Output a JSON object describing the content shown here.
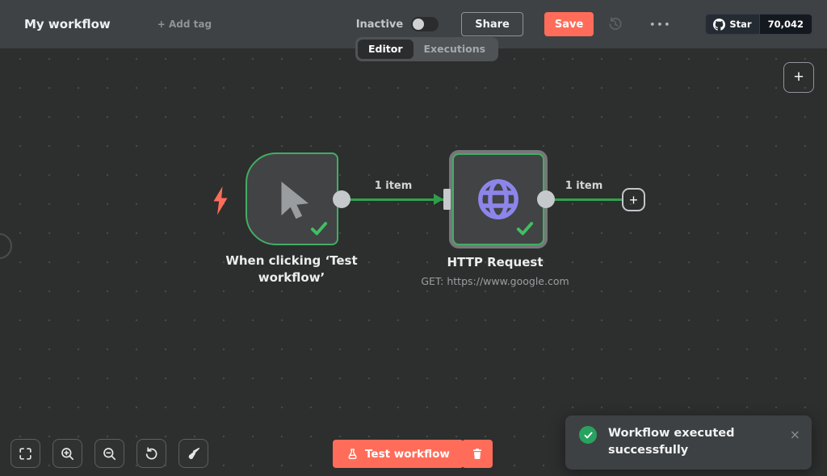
{
  "header": {
    "title": "My workflow",
    "add_tag_label": "+ Add tag",
    "inactive_label": "Inactive",
    "share_label": "Share",
    "save_label": "Save",
    "github_star": {
      "label": "Star",
      "count": "70,042"
    }
  },
  "tabs": {
    "editor_label": "Editor",
    "executions_label": "Executions"
  },
  "canvas": {
    "trigger_node": {
      "title": "When clicking ‘Test workflow’",
      "lines": [
        "When clicking ‘Test",
        "workflow’"
      ]
    },
    "http_node": {
      "title": "HTTP Request",
      "subtitle": "GET: https://www.google.com"
    },
    "connections": [
      {
        "label": "1 item"
      },
      {
        "label": "1 item"
      }
    ]
  },
  "controls": {
    "test_workflow_label": "Test workflow"
  },
  "toast": {
    "message": "Workflow executed successfully"
  },
  "icons": {
    "plus": "+",
    "ellipsis": "•••",
    "close": "×"
  },
  "colors": {
    "accent_orange": "#ff6d5a",
    "connection_green": "#31a24c",
    "node_border_green": "#43ad63",
    "check_green": "#40bf63",
    "icon_purple": "#8d85ea",
    "toast_green": "#27a35f",
    "canvas_bg": "#2d2e2e",
    "header_bg": "#3f4244"
  }
}
